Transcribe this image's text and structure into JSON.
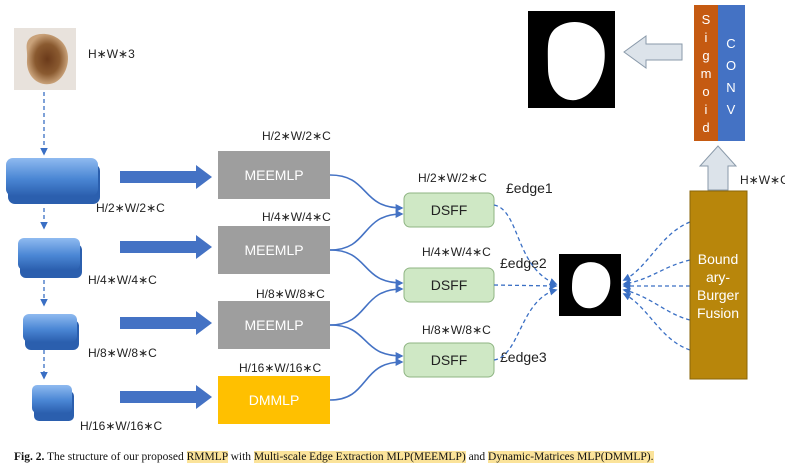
{
  "input": {
    "dim": "H∗W∗3"
  },
  "stages": [
    {
      "dim": "H/2∗W/2∗C",
      "meem_dim": "H/2∗W/2∗C",
      "mlp": "MEEMLP",
      "dsff_dim": "H/2∗W/2∗C",
      "edge": "£edge1"
    },
    {
      "dim": "H/4∗W/4∗C",
      "meem_dim": "H/4∗W/4∗C",
      "mlp": "MEEMLP",
      "dsff_dim": "H/4∗W/4∗C",
      "edge": "£edge2"
    },
    {
      "dim": "H/8∗W/8∗C",
      "meem_dim": "H/8∗W/8∗C",
      "mlp": "MEEMLP",
      "dsff_dim": "H/8∗W/8∗C",
      "edge": "£edge3"
    },
    {
      "dim": "H/16∗W/16∗C",
      "meem_dim": "H/16∗W/16∗C",
      "mlp": "DMMLP"
    }
  ],
  "dsff_label": "DSFF",
  "fusion": {
    "line1": "Bound",
    "line2": "ary-",
    "line3": "Burger",
    "line4": "Fusion",
    "dim": "H∗W∗C"
  },
  "sigmoid_letters": [
    "S",
    "i",
    "g",
    "m",
    "o",
    "i",
    "d"
  ],
  "conv_letters": [
    "C",
    "O",
    "N",
    "V"
  ],
  "colors": {
    "block_blue": "#4a86d4",
    "arrow_blue": "#3a6fc4",
    "gray": "#9e9e9e",
    "green": "#cfe8c5",
    "yellow": "#ffc000",
    "fusion": "#b8860b",
    "sigmoid": "#c55a11",
    "conv": "#4472c4"
  },
  "caption": {
    "label": "Fig. 2.",
    "t1": "The structure of our proposed",
    "h1": "RMMLP",
    "t2": "with",
    "h2": "Multi-scale Edge Extraction MLP(MEEMLP)",
    "t3": "and",
    "h3": "Dynamic-Matrices MLP(DMMLP)."
  }
}
